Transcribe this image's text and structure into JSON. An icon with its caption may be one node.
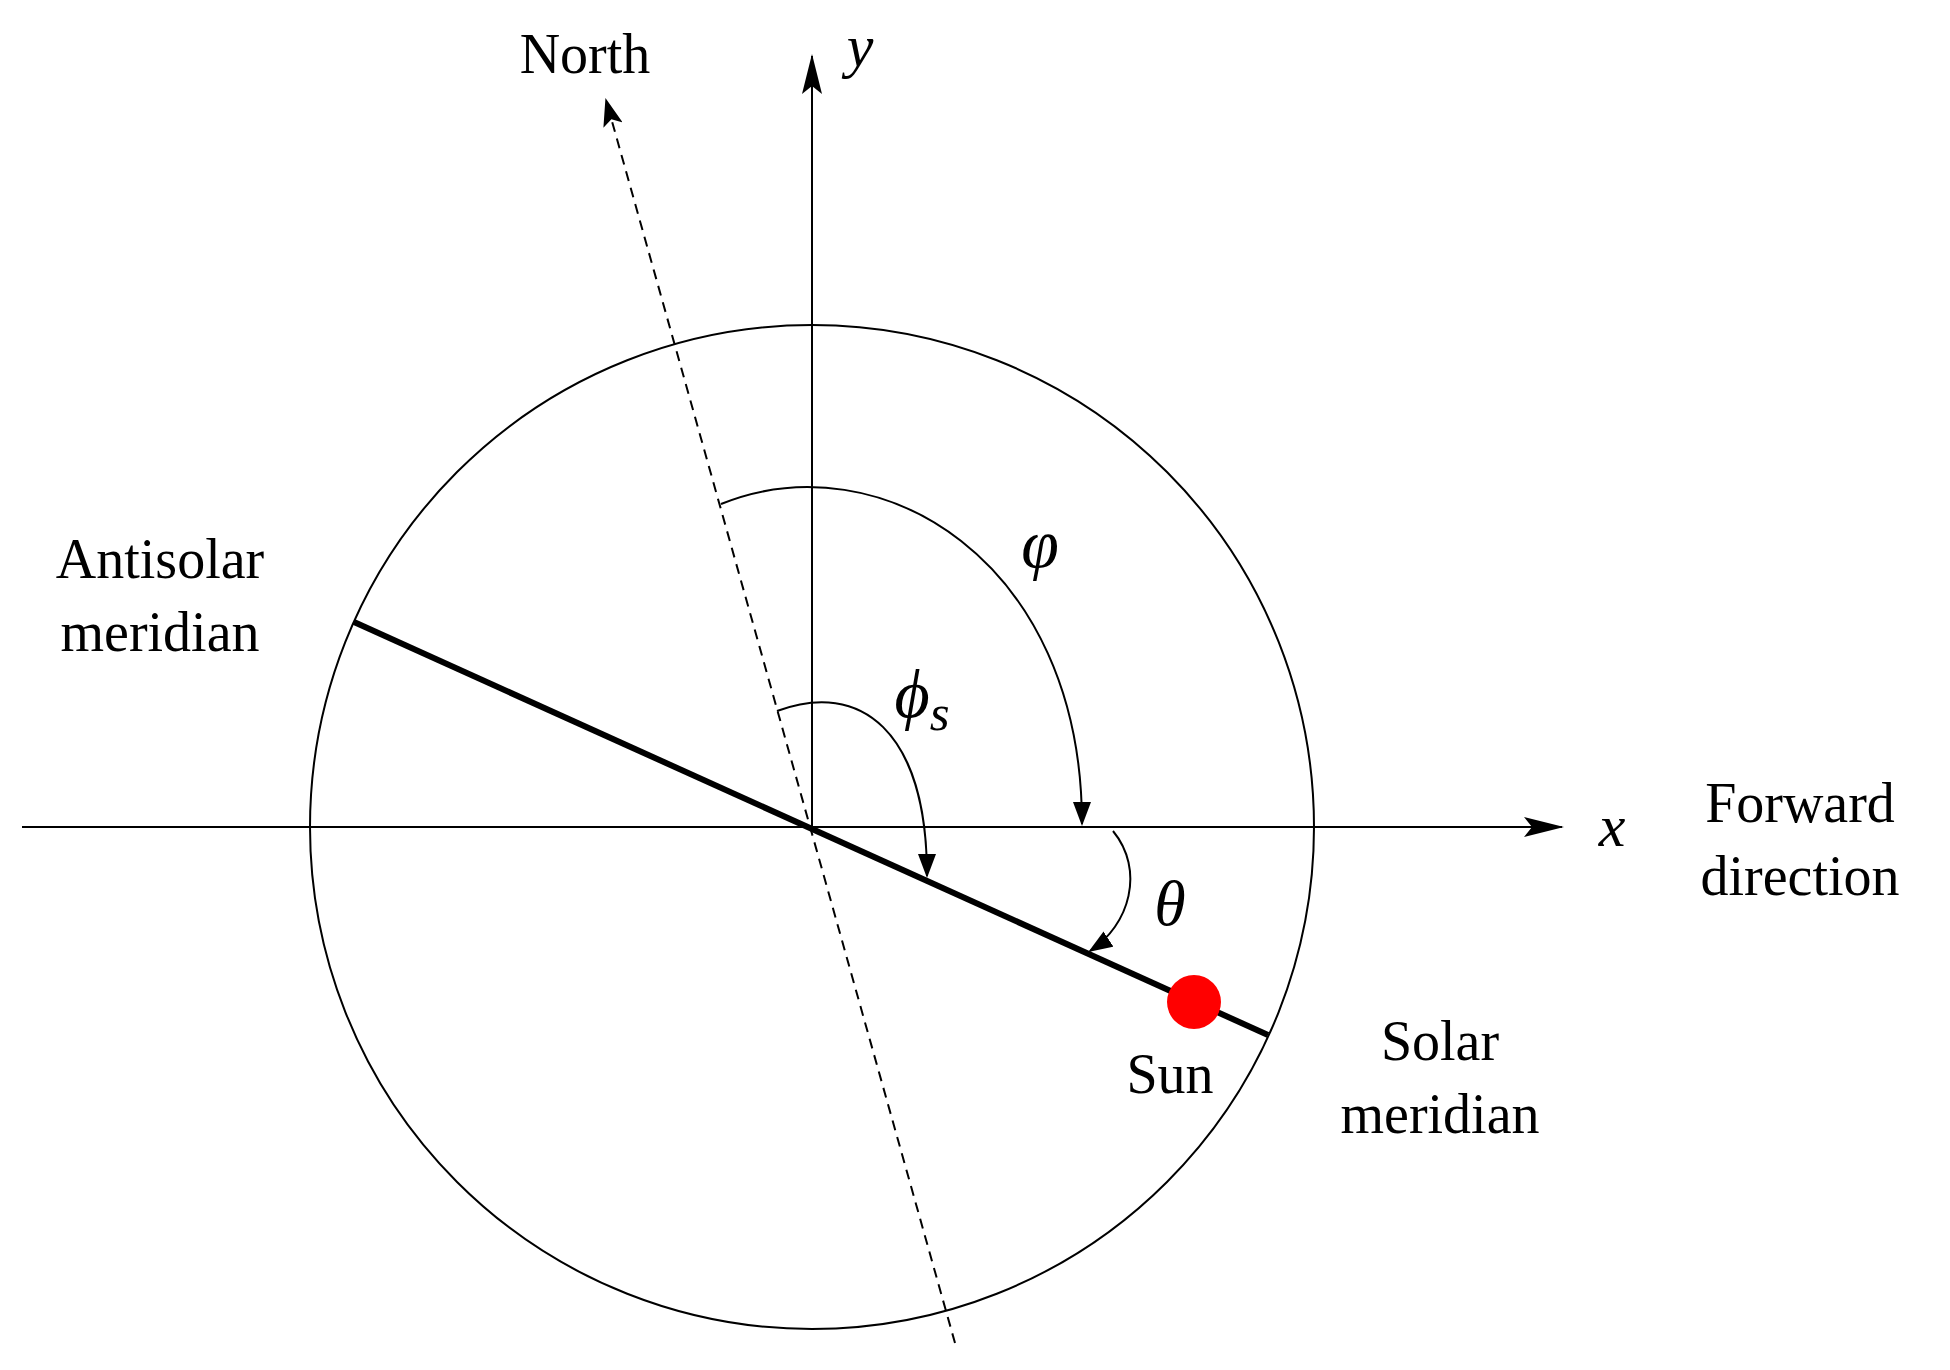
{
  "diagram": {
    "labels": [
      "North",
      "y",
      "Antisolar meridian",
      "φ",
      "ϕ$_{s}$",
      "x",
      "Forward direction",
      "θ",
      "Sun",
      "Solar meridian"
    ]
  }
}
